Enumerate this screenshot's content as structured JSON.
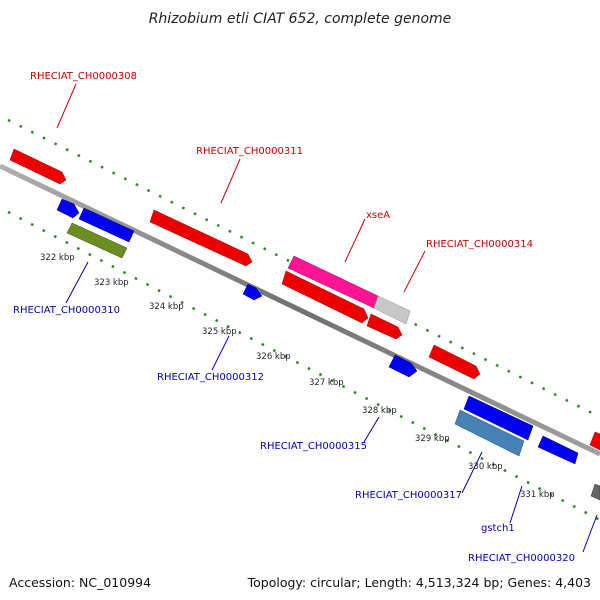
{
  "title": "Rhizobium etli CIAT 652, complete genome",
  "accession": "Accession: NC_010994",
  "topology": "Topology: circular; Length: 4,513,324 bp; Genes: 4,403",
  "colors": {
    "forward_gene": "#ff0000",
    "reverse_gene": "#0000ff",
    "label_forward": "#cc0000",
    "label_reverse": "#0000aa",
    "backbone": "#888888",
    "tick_track": "#228b22",
    "highlight_gene": "#ff1493",
    "olive_gene": "#6b8e23",
    "steel_gene": "#4682b4",
    "gray_gene": "#c0c0c0"
  },
  "genes": [
    {
      "label": "RHECIAT_CH0000308",
      "strand": "forward"
    },
    {
      "label": "RHECIAT_CH0000310",
      "strand": "reverse"
    },
    {
      "label": "RHECIAT_CH0000311",
      "strand": "forward"
    },
    {
      "label": "xseA",
      "strand": "forward"
    },
    {
      "label": "RHECIAT_CH0000314",
      "strand": "forward"
    },
    {
      "label": "RHECIAT_CH0000312",
      "strand": "reverse"
    },
    {
      "label": "RHECIAT_CH0000315",
      "strand": "reverse"
    },
    {
      "label": "RHECIAT_CH0000317",
      "strand": "reverse"
    },
    {
      "label": "gstch1",
      "strand": "reverse"
    },
    {
      "label": "RHECIAT_CH0000320",
      "strand": "reverse"
    }
  ],
  "kbp_ticks": [
    "322 kbp",
    "323 kbp",
    "324 kbp",
    "325 kbp",
    "326 kbp",
    "327 kbp",
    "328 kbp",
    "329 kbp",
    "330 kbp",
    "331 kbp"
  ]
}
